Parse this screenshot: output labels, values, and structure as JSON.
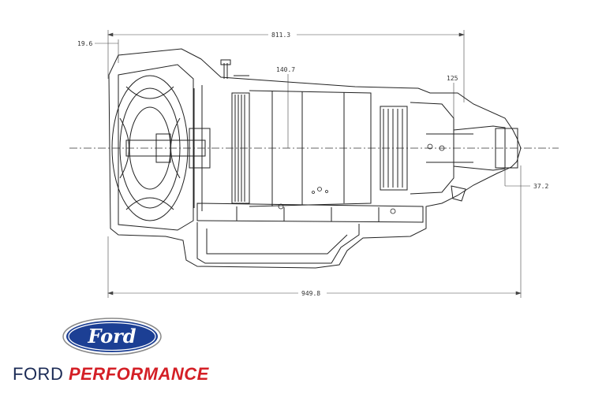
{
  "dimensions": {
    "overall_length": "949.8",
    "main_case": "811.3",
    "gear_section": "140.7",
    "front_offset": "19.6",
    "rear_extension": "125",
    "output_shaft": "37.2"
  },
  "logo": {
    "emblem_text": "Ford",
    "brand_primary": "FORD",
    "brand_secondary": "PERFORMANCE"
  },
  "colors": {
    "ford_blue": "#1c3f94",
    "performance_red": "#d41f26",
    "line": "#222222"
  }
}
